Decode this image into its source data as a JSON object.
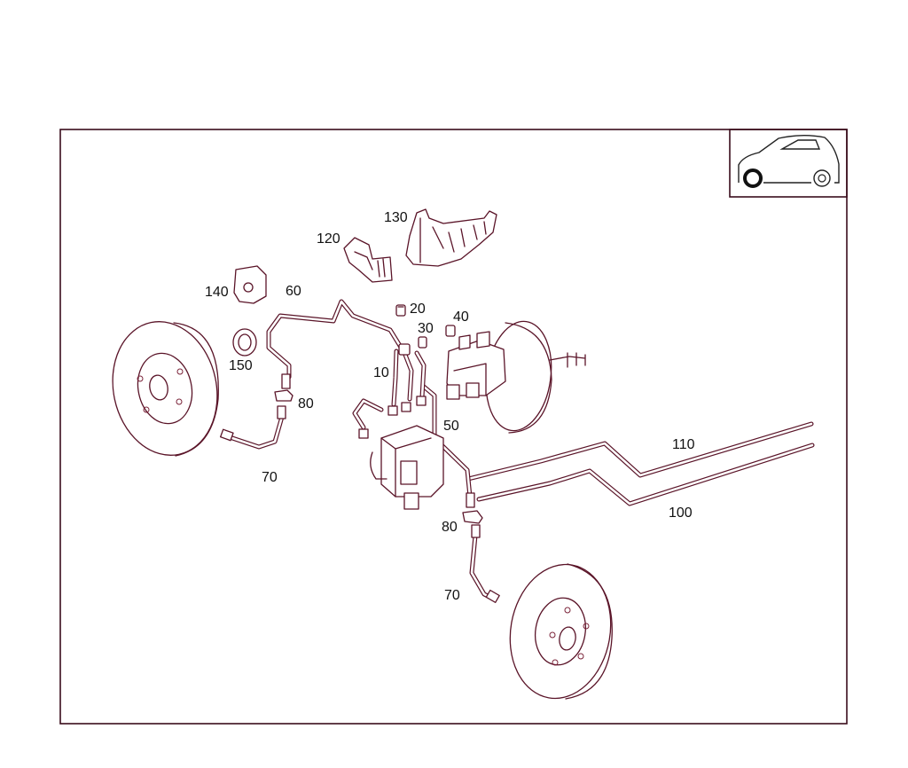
{
  "diagram": {
    "callouts": [
      {
        "id": "10",
        "text": "10"
      },
      {
        "id": "20",
        "text": "20"
      },
      {
        "id": "30",
        "text": "30"
      },
      {
        "id": "40",
        "text": "40"
      },
      {
        "id": "50",
        "text": "50"
      },
      {
        "id": "60",
        "text": "60"
      },
      {
        "id": "70a",
        "text": "70"
      },
      {
        "id": "70b",
        "text": "70"
      },
      {
        "id": "80a",
        "text": "80"
      },
      {
        "id": "80b",
        "text": "80"
      },
      {
        "id": "100",
        "text": "100"
      },
      {
        "id": "110",
        "text": "110"
      },
      {
        "id": "120",
        "text": "120"
      },
      {
        "id": "130",
        "text": "130"
      },
      {
        "id": "140",
        "text": "140"
      },
      {
        "id": "150",
        "text": "150"
      }
    ],
    "colors": {
      "line": "#5a1428",
      "frame": "#3a0d1c",
      "text": "#111111"
    },
    "locator_icon": "car-side-front-wheel-highlight-icon"
  }
}
